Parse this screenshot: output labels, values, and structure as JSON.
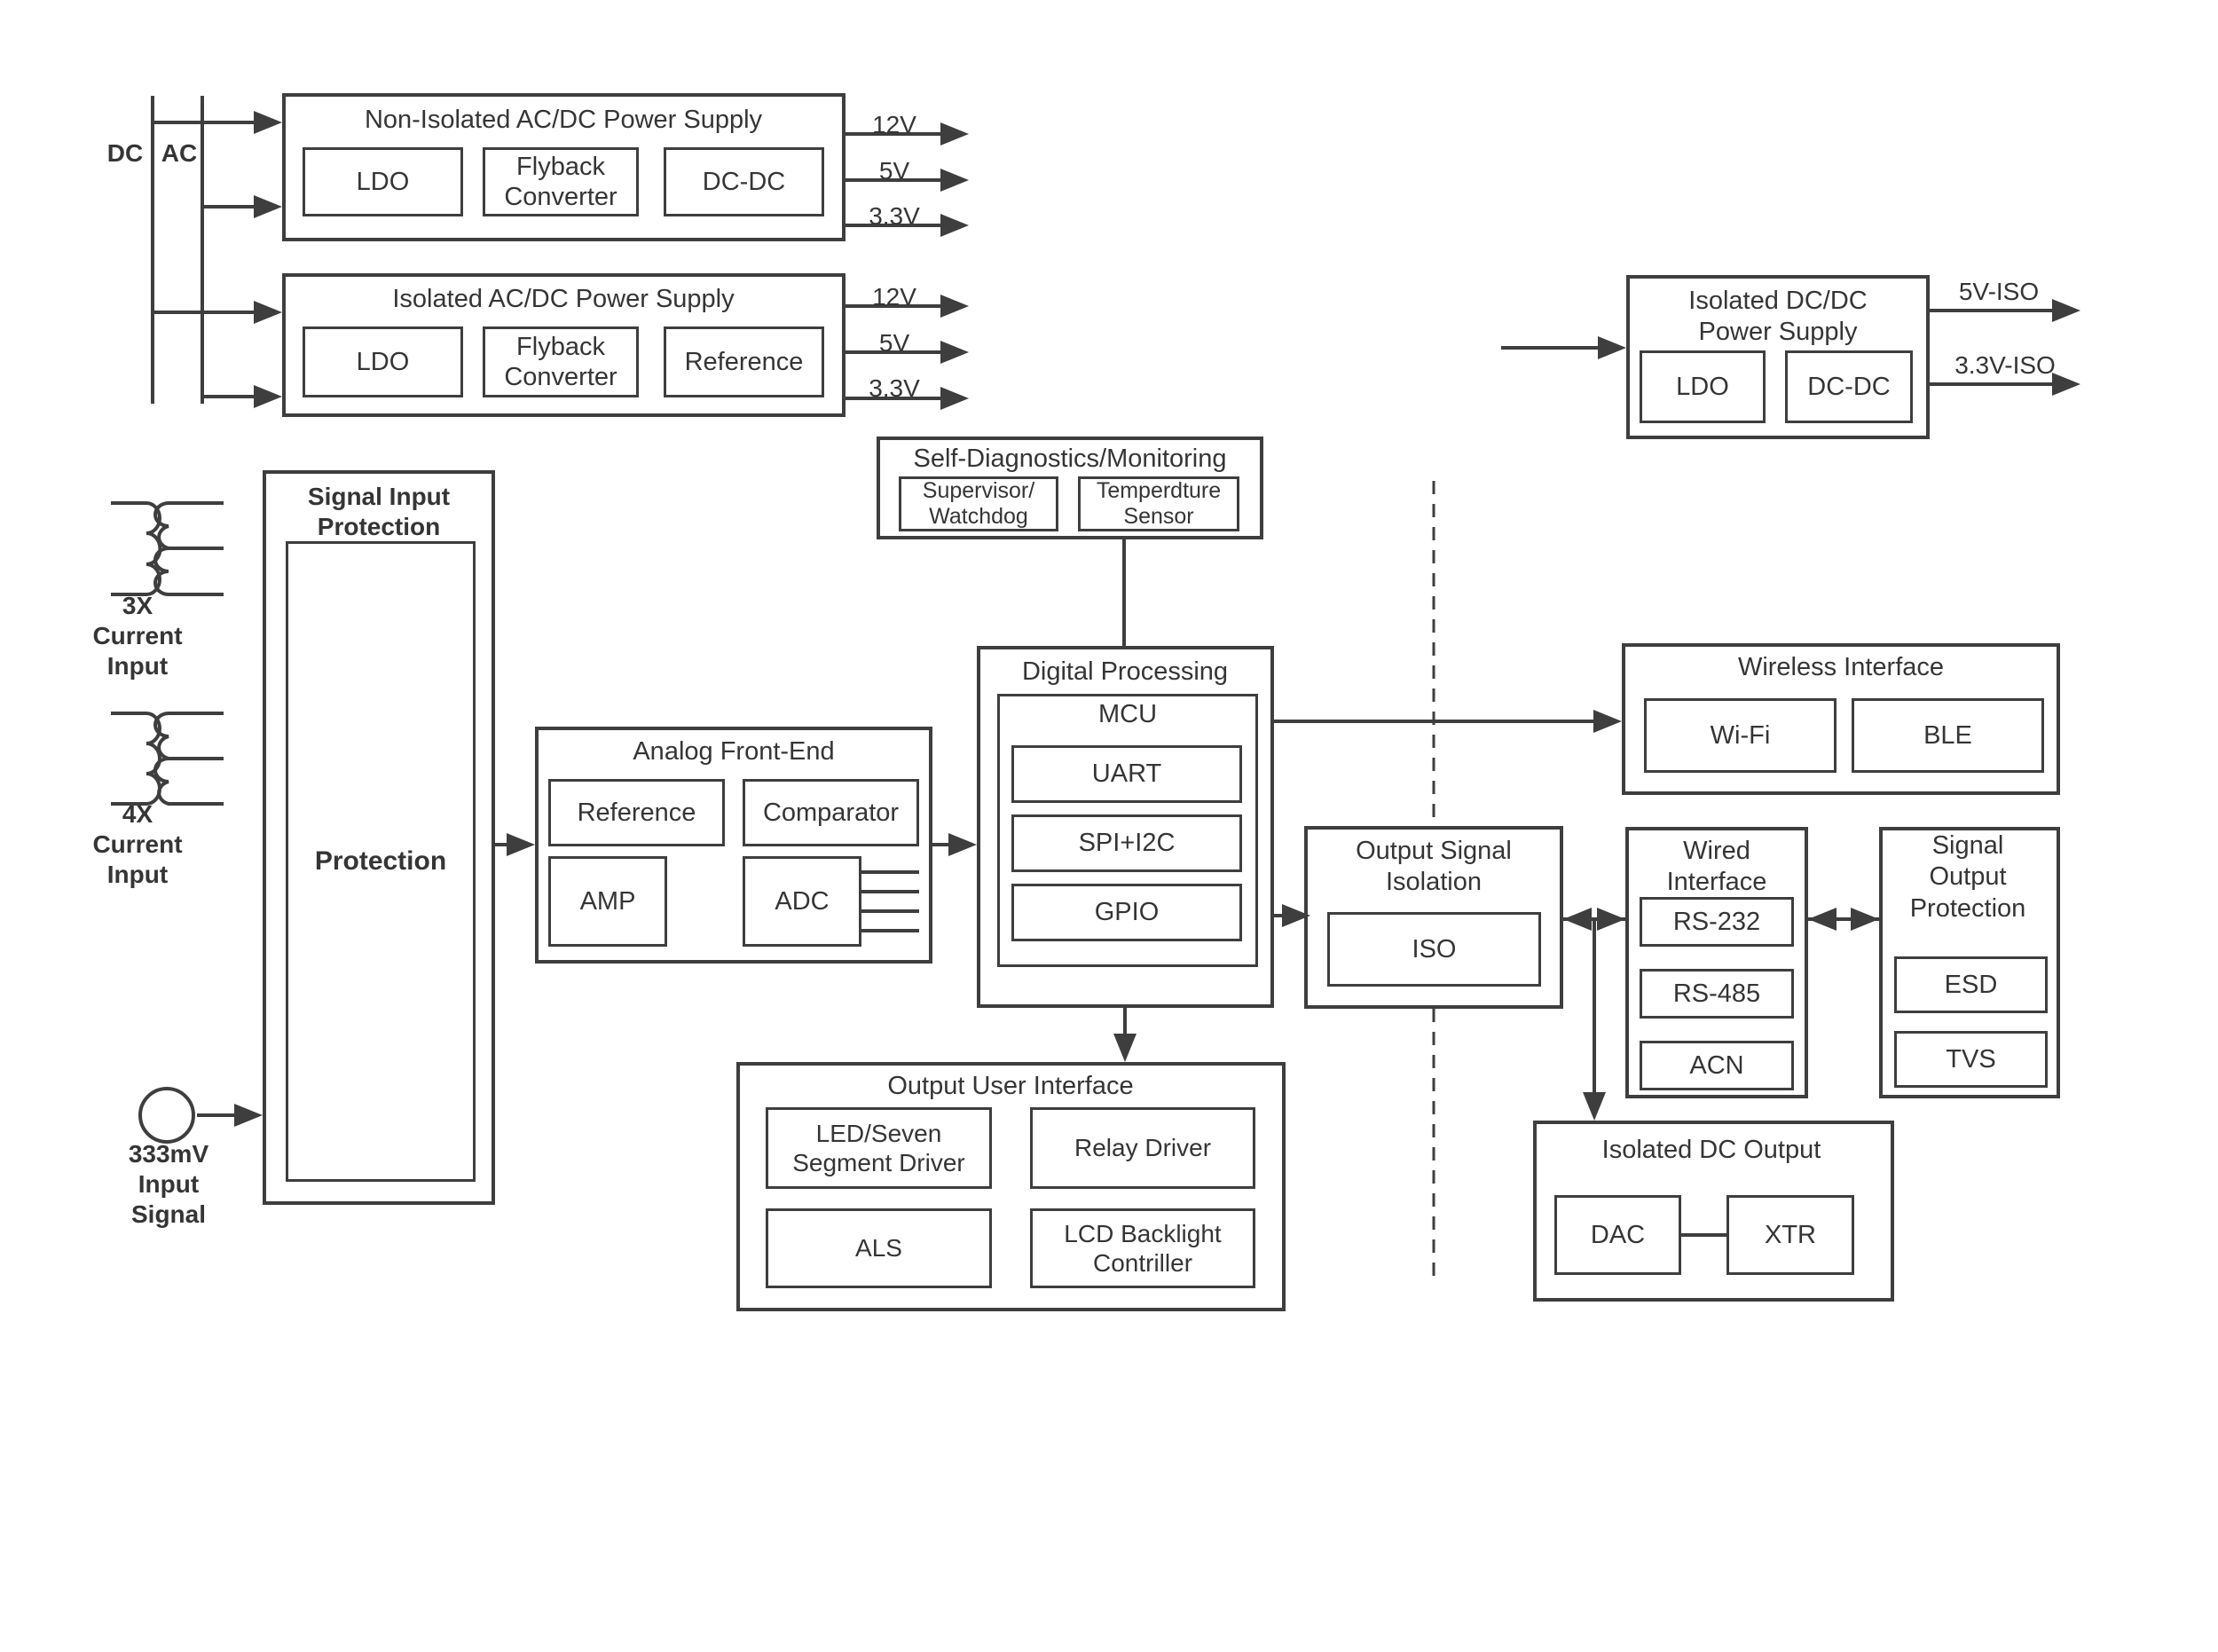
{
  "colors": {
    "line": "#3e3e3e",
    "text": "#353535",
    "background": "#ffffff"
  },
  "rails": {
    "dc": "DC",
    "ac": "AC"
  },
  "psu_non_iso": {
    "title": "Non-Isolated AC/DC Power Supply",
    "items": [
      "LDO",
      "Flyback Converter",
      "DC-DC"
    ],
    "outputs": [
      "12V",
      "5V",
      "3.3V"
    ]
  },
  "psu_iso": {
    "title": "Isolated AC/DC Power Supply",
    "items": [
      "LDO",
      "Flyback Converter",
      "Reference"
    ],
    "outputs": [
      "12V",
      "5V",
      "3.3V"
    ]
  },
  "psu_dcdc": {
    "title": "Isolated DC/DC Power Supply",
    "items": [
      "LDO",
      "DC-DC"
    ],
    "outputs": [
      "5V-ISO",
      "3.3V-ISO"
    ]
  },
  "inputs": {
    "current_3x": "3X Current Input",
    "current_4x": "4X Current Input",
    "signal_333mv": "333mV Input Signal"
  },
  "signal_input_protection": {
    "title": "Signal Input Protection",
    "inner": "Protection"
  },
  "analog_front_end": {
    "title": "Analog Front-End",
    "items": [
      "Reference",
      "Comparator",
      "AMP",
      "ADC"
    ]
  },
  "self_diagnostics": {
    "title": "Self-Diagnostics/Monitoring",
    "items": [
      "Supervisor/ Watchdog",
      "Temperdture Sensor"
    ]
  },
  "digital_processing": {
    "title": "Digital Processing",
    "mcu": "MCU",
    "items": [
      "UART",
      "SPI+I2C",
      "GPIO"
    ]
  },
  "output_user_interface": {
    "title": "Output User Interface",
    "items": [
      "LED/Seven Segment Driver",
      "Relay Driver",
      "ALS",
      "LCD Backlight Contriller"
    ]
  },
  "output_signal_isolation": {
    "title": "Output Signal Isolation",
    "inner": "ISO"
  },
  "wireless_interface": {
    "title": "Wireless Interface",
    "items": [
      "Wi-Fi",
      "BLE"
    ]
  },
  "wired_interface": {
    "title": "Wired Interface",
    "items": [
      "RS-232",
      "RS-485",
      "ACN"
    ]
  },
  "signal_output_protection": {
    "title": "Signal Output Protection",
    "items": [
      "ESD",
      "TVS"
    ]
  },
  "isolated_dc_output": {
    "title": "Isolated DC Output",
    "items": [
      "DAC",
      "XTR"
    ]
  }
}
